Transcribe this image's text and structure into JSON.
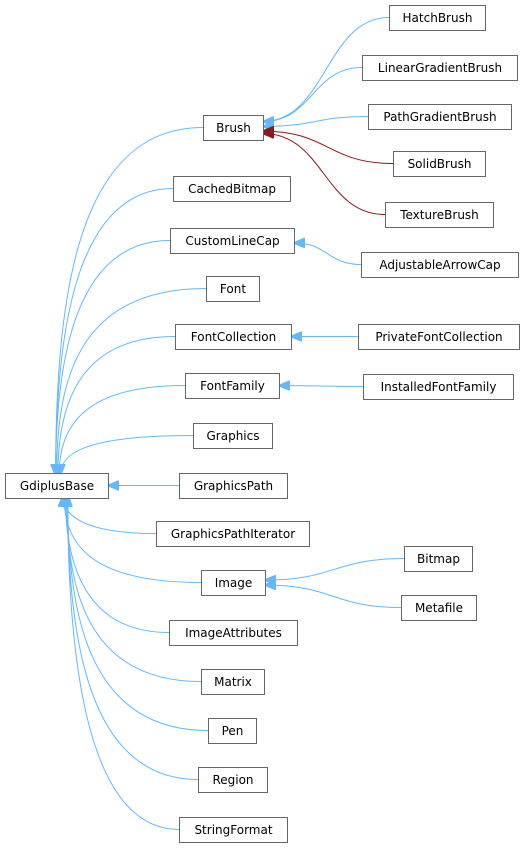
{
  "diagram": {
    "nodes": [
      {
        "id": "GdiplusBase",
        "label": "GdiplusBase"
      },
      {
        "id": "Brush",
        "label": "Brush"
      },
      {
        "id": "HatchBrush",
        "label": "HatchBrush"
      },
      {
        "id": "LinearGradientBrush",
        "label": "LinearGradientBrush"
      },
      {
        "id": "PathGradientBrush",
        "label": "PathGradientBrush"
      },
      {
        "id": "SolidBrush",
        "label": "SolidBrush"
      },
      {
        "id": "TextureBrush",
        "label": "TextureBrush"
      },
      {
        "id": "CachedBitmap",
        "label": "CachedBitmap"
      },
      {
        "id": "CustomLineCap",
        "label": "CustomLineCap"
      },
      {
        "id": "AdjustableArrowCap",
        "label": "AdjustableArrowCap"
      },
      {
        "id": "Font",
        "label": "Font"
      },
      {
        "id": "FontCollection",
        "label": "FontCollection"
      },
      {
        "id": "PrivateFontCollection",
        "label": "PrivateFontCollection"
      },
      {
        "id": "FontFamily",
        "label": "FontFamily"
      },
      {
        "id": "InstalledFontFamily",
        "label": "InstalledFontFamily"
      },
      {
        "id": "Graphics",
        "label": "Graphics"
      },
      {
        "id": "GraphicsPath",
        "label": "GraphicsPath"
      },
      {
        "id": "GraphicsPathIterator",
        "label": "GraphicsPathIterator"
      },
      {
        "id": "Image",
        "label": "Image"
      },
      {
        "id": "Bitmap",
        "label": "Bitmap"
      },
      {
        "id": "Metafile",
        "label": "Metafile"
      },
      {
        "id": "ImageAttributes",
        "label": "ImageAttributes"
      },
      {
        "id": "Matrix",
        "label": "Matrix"
      },
      {
        "id": "Pen",
        "label": "Pen"
      },
      {
        "id": "Region",
        "label": "Region"
      },
      {
        "id": "StringFormat",
        "label": "StringFormat"
      }
    ],
    "edges": [
      {
        "from": "HatchBrush",
        "to": "Brush",
        "style": "blue"
      },
      {
        "from": "LinearGradientBrush",
        "to": "Brush",
        "style": "blue"
      },
      {
        "from": "PathGradientBrush",
        "to": "Brush",
        "style": "blue"
      },
      {
        "from": "SolidBrush",
        "to": "Brush",
        "style": "red"
      },
      {
        "from": "TextureBrush",
        "to": "Brush",
        "style": "red"
      },
      {
        "from": "AdjustableArrowCap",
        "to": "CustomLineCap",
        "style": "blue"
      },
      {
        "from": "PrivateFontCollection",
        "to": "FontCollection",
        "style": "blue"
      },
      {
        "from": "InstalledFontFamily",
        "to": "FontFamily",
        "style": "blue"
      },
      {
        "from": "Bitmap",
        "to": "Image",
        "style": "blue"
      },
      {
        "from": "Metafile",
        "to": "Image",
        "style": "blue"
      },
      {
        "from": "Brush",
        "to": "GdiplusBase",
        "style": "blue"
      },
      {
        "from": "CachedBitmap",
        "to": "GdiplusBase",
        "style": "blue"
      },
      {
        "from": "CustomLineCap",
        "to": "GdiplusBase",
        "style": "blue"
      },
      {
        "from": "Font",
        "to": "GdiplusBase",
        "style": "blue"
      },
      {
        "from": "FontCollection",
        "to": "GdiplusBase",
        "style": "blue"
      },
      {
        "from": "FontFamily",
        "to": "GdiplusBase",
        "style": "blue"
      },
      {
        "from": "Graphics",
        "to": "GdiplusBase",
        "style": "blue"
      },
      {
        "from": "GraphicsPath",
        "to": "GdiplusBase",
        "style": "blue"
      },
      {
        "from": "GraphicsPathIterator",
        "to": "GdiplusBase",
        "style": "blue"
      },
      {
        "from": "Image",
        "to": "GdiplusBase",
        "style": "blue"
      },
      {
        "from": "ImageAttributes",
        "to": "GdiplusBase",
        "style": "blue"
      },
      {
        "from": "Matrix",
        "to": "GdiplusBase",
        "style": "blue"
      },
      {
        "from": "Pen",
        "to": "GdiplusBase",
        "style": "blue"
      },
      {
        "from": "Region",
        "to": "GdiplusBase",
        "style": "blue"
      },
      {
        "from": "StringFormat",
        "to": "GdiplusBase",
        "style": "blue"
      }
    ],
    "colors": {
      "inherit_edge": "#63b8ff",
      "private_edge": "#8b1a1a",
      "node_border": "#666666",
      "node_fill": "#ffffff",
      "text": "#000000"
    }
  }
}
